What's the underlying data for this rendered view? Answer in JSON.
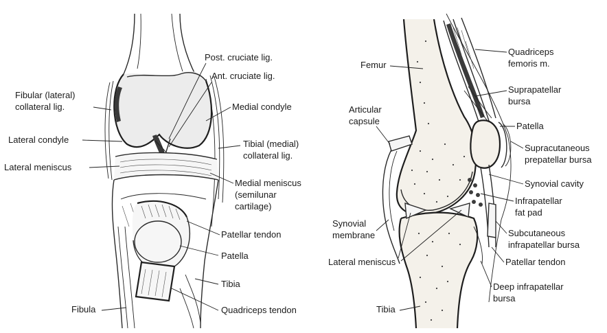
{
  "labels": {
    "post_cruciate": "Post. cruciate lig.",
    "ant_cruciate": "Ant. cruciate lig.",
    "fibular_coll_1": "Fibular (lateral)",
    "fibular_coll_2": "collateral lig.",
    "medial_condyle": "Medial condyle",
    "lateral_condyle": "Lateral condyle",
    "tibial_coll_1": "Tibial (medial)",
    "tibial_coll_2": "collateral lig.",
    "lateral_meniscus_left": "Lateral meniscus",
    "medial_meniscus_1": "Medial meniscus",
    "medial_meniscus_2": "(semilunar",
    "medial_meniscus_3": "cartilage)",
    "patellar_tendon_left": "Patellar tendon",
    "patella_left": "Patella",
    "tibia_left": "Tibia",
    "fibula": "Fibula",
    "quadriceps_tendon": "Quadriceps tendon",
    "quadriceps_1": "Quadriceps",
    "quadriceps_2": "femoris m.",
    "femur": "Femur",
    "suprapatellar_1": "Suprapatellar",
    "suprapatellar_2": "bursa",
    "articular_1": "Articular",
    "articular_2": "capsule",
    "patella_right": "Patella",
    "supracutaneous_1": "Supracutaneous",
    "supracutaneous_2": "prepatellar bursa",
    "synovial_cavity": "Synovial cavity",
    "infrapatellar_fat_1": "Infrapatellar",
    "infrapatellar_fat_2": "fat pad",
    "synovial_membrane_1": "Synovial",
    "synovial_membrane_2": "membrane",
    "subcutaneous_1": "Subcutaneous",
    "subcutaneous_2": "infrapatellar bursa",
    "lateral_meniscus_right": "Lateral meniscus",
    "patellar_tendon_right": "Patellar tendon",
    "deep_infrapatellar_1": "Deep infrapatellar",
    "deep_infrapatellar_2": "bursa",
    "tibia_right": "Tibia"
  }
}
